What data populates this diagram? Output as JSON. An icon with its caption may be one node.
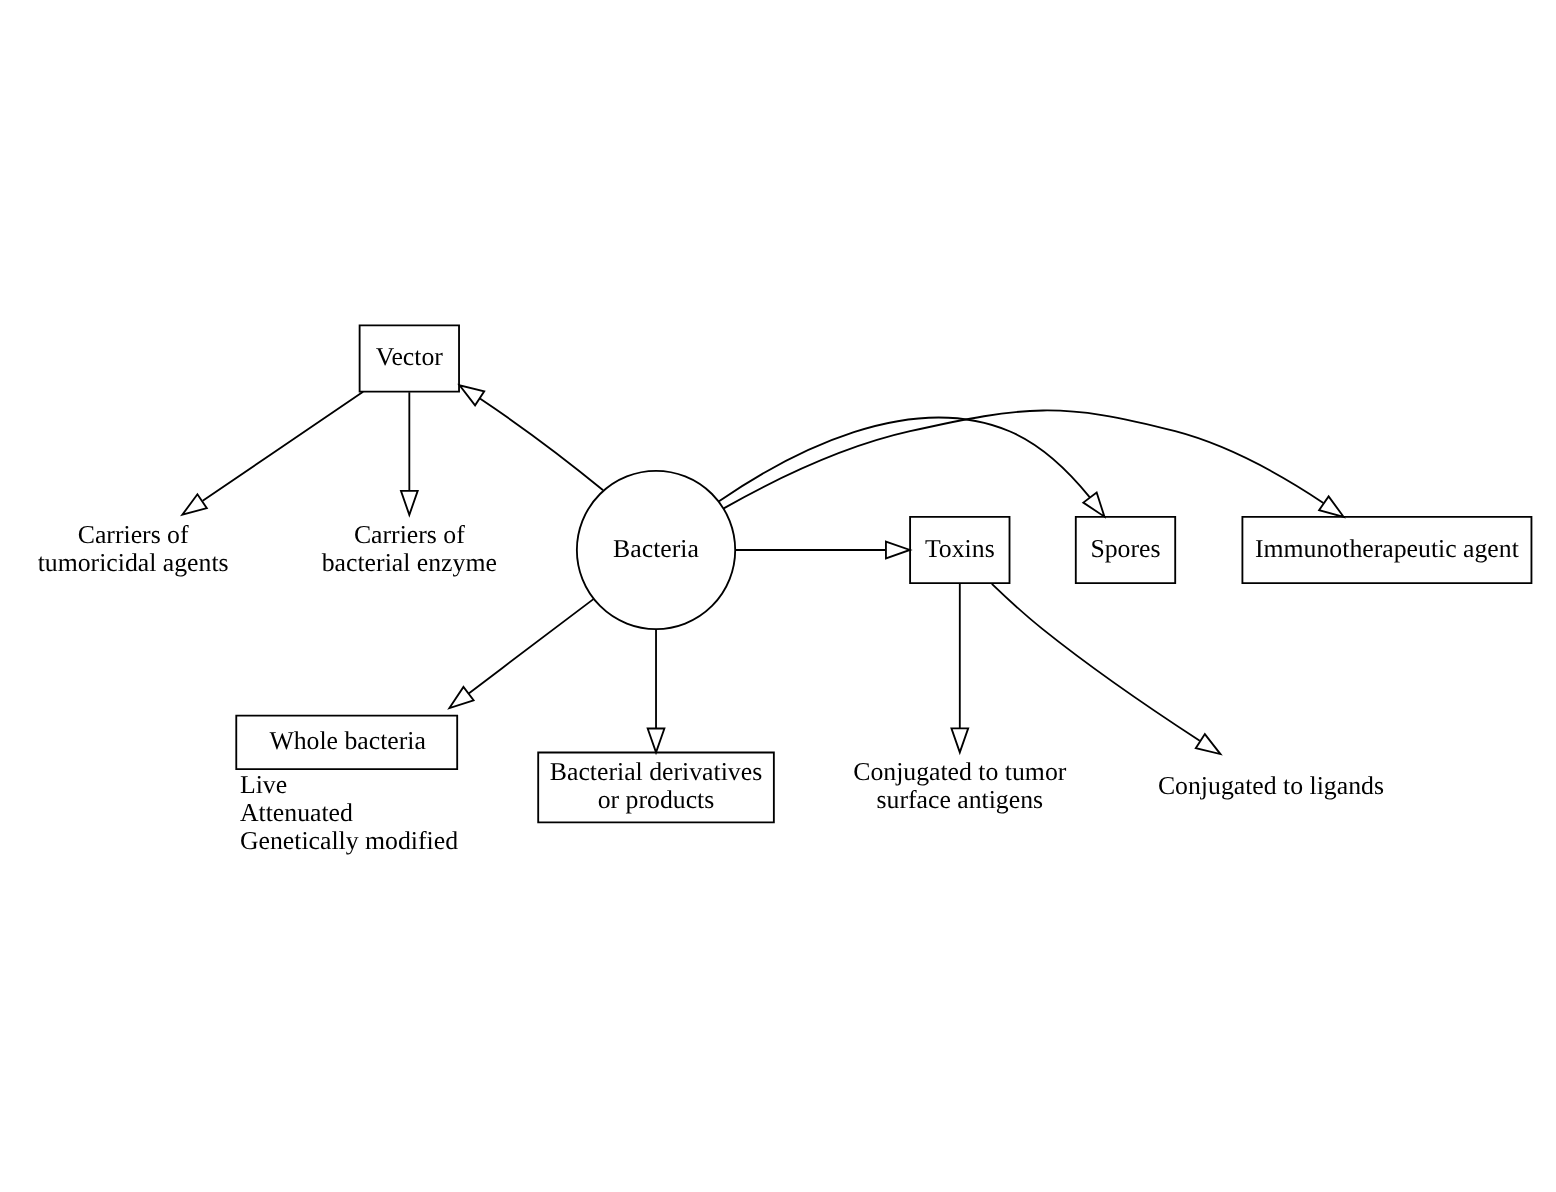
{
  "diagram": {
    "nodes": [
      {
        "text": [
          "Bacteria"
        ]
      },
      {
        "text": [
          "Vector"
        ]
      },
      {
        "text": [
          "Carriers of tumoricidal agents"
        ]
      },
      {
        "text": [
          "Carriers of bacterial enzyme"
        ]
      },
      {
        "text": [
          "Spores"
        ]
      },
      {
        "text": [
          "Immunotherapeutic agent"
        ]
      },
      {
        "text": [
          "Toxins"
        ]
      },
      {
        "text": [
          "Conjugated to tumor surface antigens"
        ]
      },
      {
        "text": [
          "Conjugated to ligands"
        ]
      },
      {
        "text": [
          "Whole bacteria"
        ],
        "beside": [
          "Live",
          "Attenuated",
          "Genetically modified"
        ]
      },
      {
        "text": [
          "Bacterial derivatives or products"
        ]
      }
    ],
    "edges": [
      {
        "from": 0,
        "to": 1,
        "arrow": "to"
      },
      {
        "from": 1,
        "to": 2,
        "arrow": "to"
      },
      {
        "from": 1,
        "to": 3,
        "arrow": "to"
      },
      {
        "from": 0,
        "to": 4,
        "arrow": "to"
      },
      {
        "from": 0,
        "to": 5,
        "arrow": "to"
      },
      {
        "from": 0,
        "to": 6,
        "arrow": "to"
      },
      {
        "from": 6,
        "to": 7,
        "arrow": "to"
      },
      {
        "from": 6,
        "to": 8,
        "arrow": "to"
      },
      {
        "from": 0,
        "to": 9,
        "arrow": "to"
      },
      {
        "from": 0,
        "to": 10,
        "arrow": "to"
      }
    ]
  }
}
